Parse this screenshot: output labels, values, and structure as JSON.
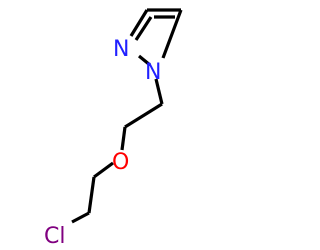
{
  "molecule": {
    "atoms": [
      {
        "id": "n1",
        "symbol": "N",
        "color": "#2020ff"
      },
      {
        "id": "n2",
        "symbol": "N",
        "color": "#2020ff"
      },
      {
        "id": "o",
        "symbol": "O",
        "color": "#ff0000"
      },
      {
        "id": "cl",
        "symbol": "Cl",
        "color": "#800080"
      }
    ],
    "bond_color": "#000000"
  }
}
